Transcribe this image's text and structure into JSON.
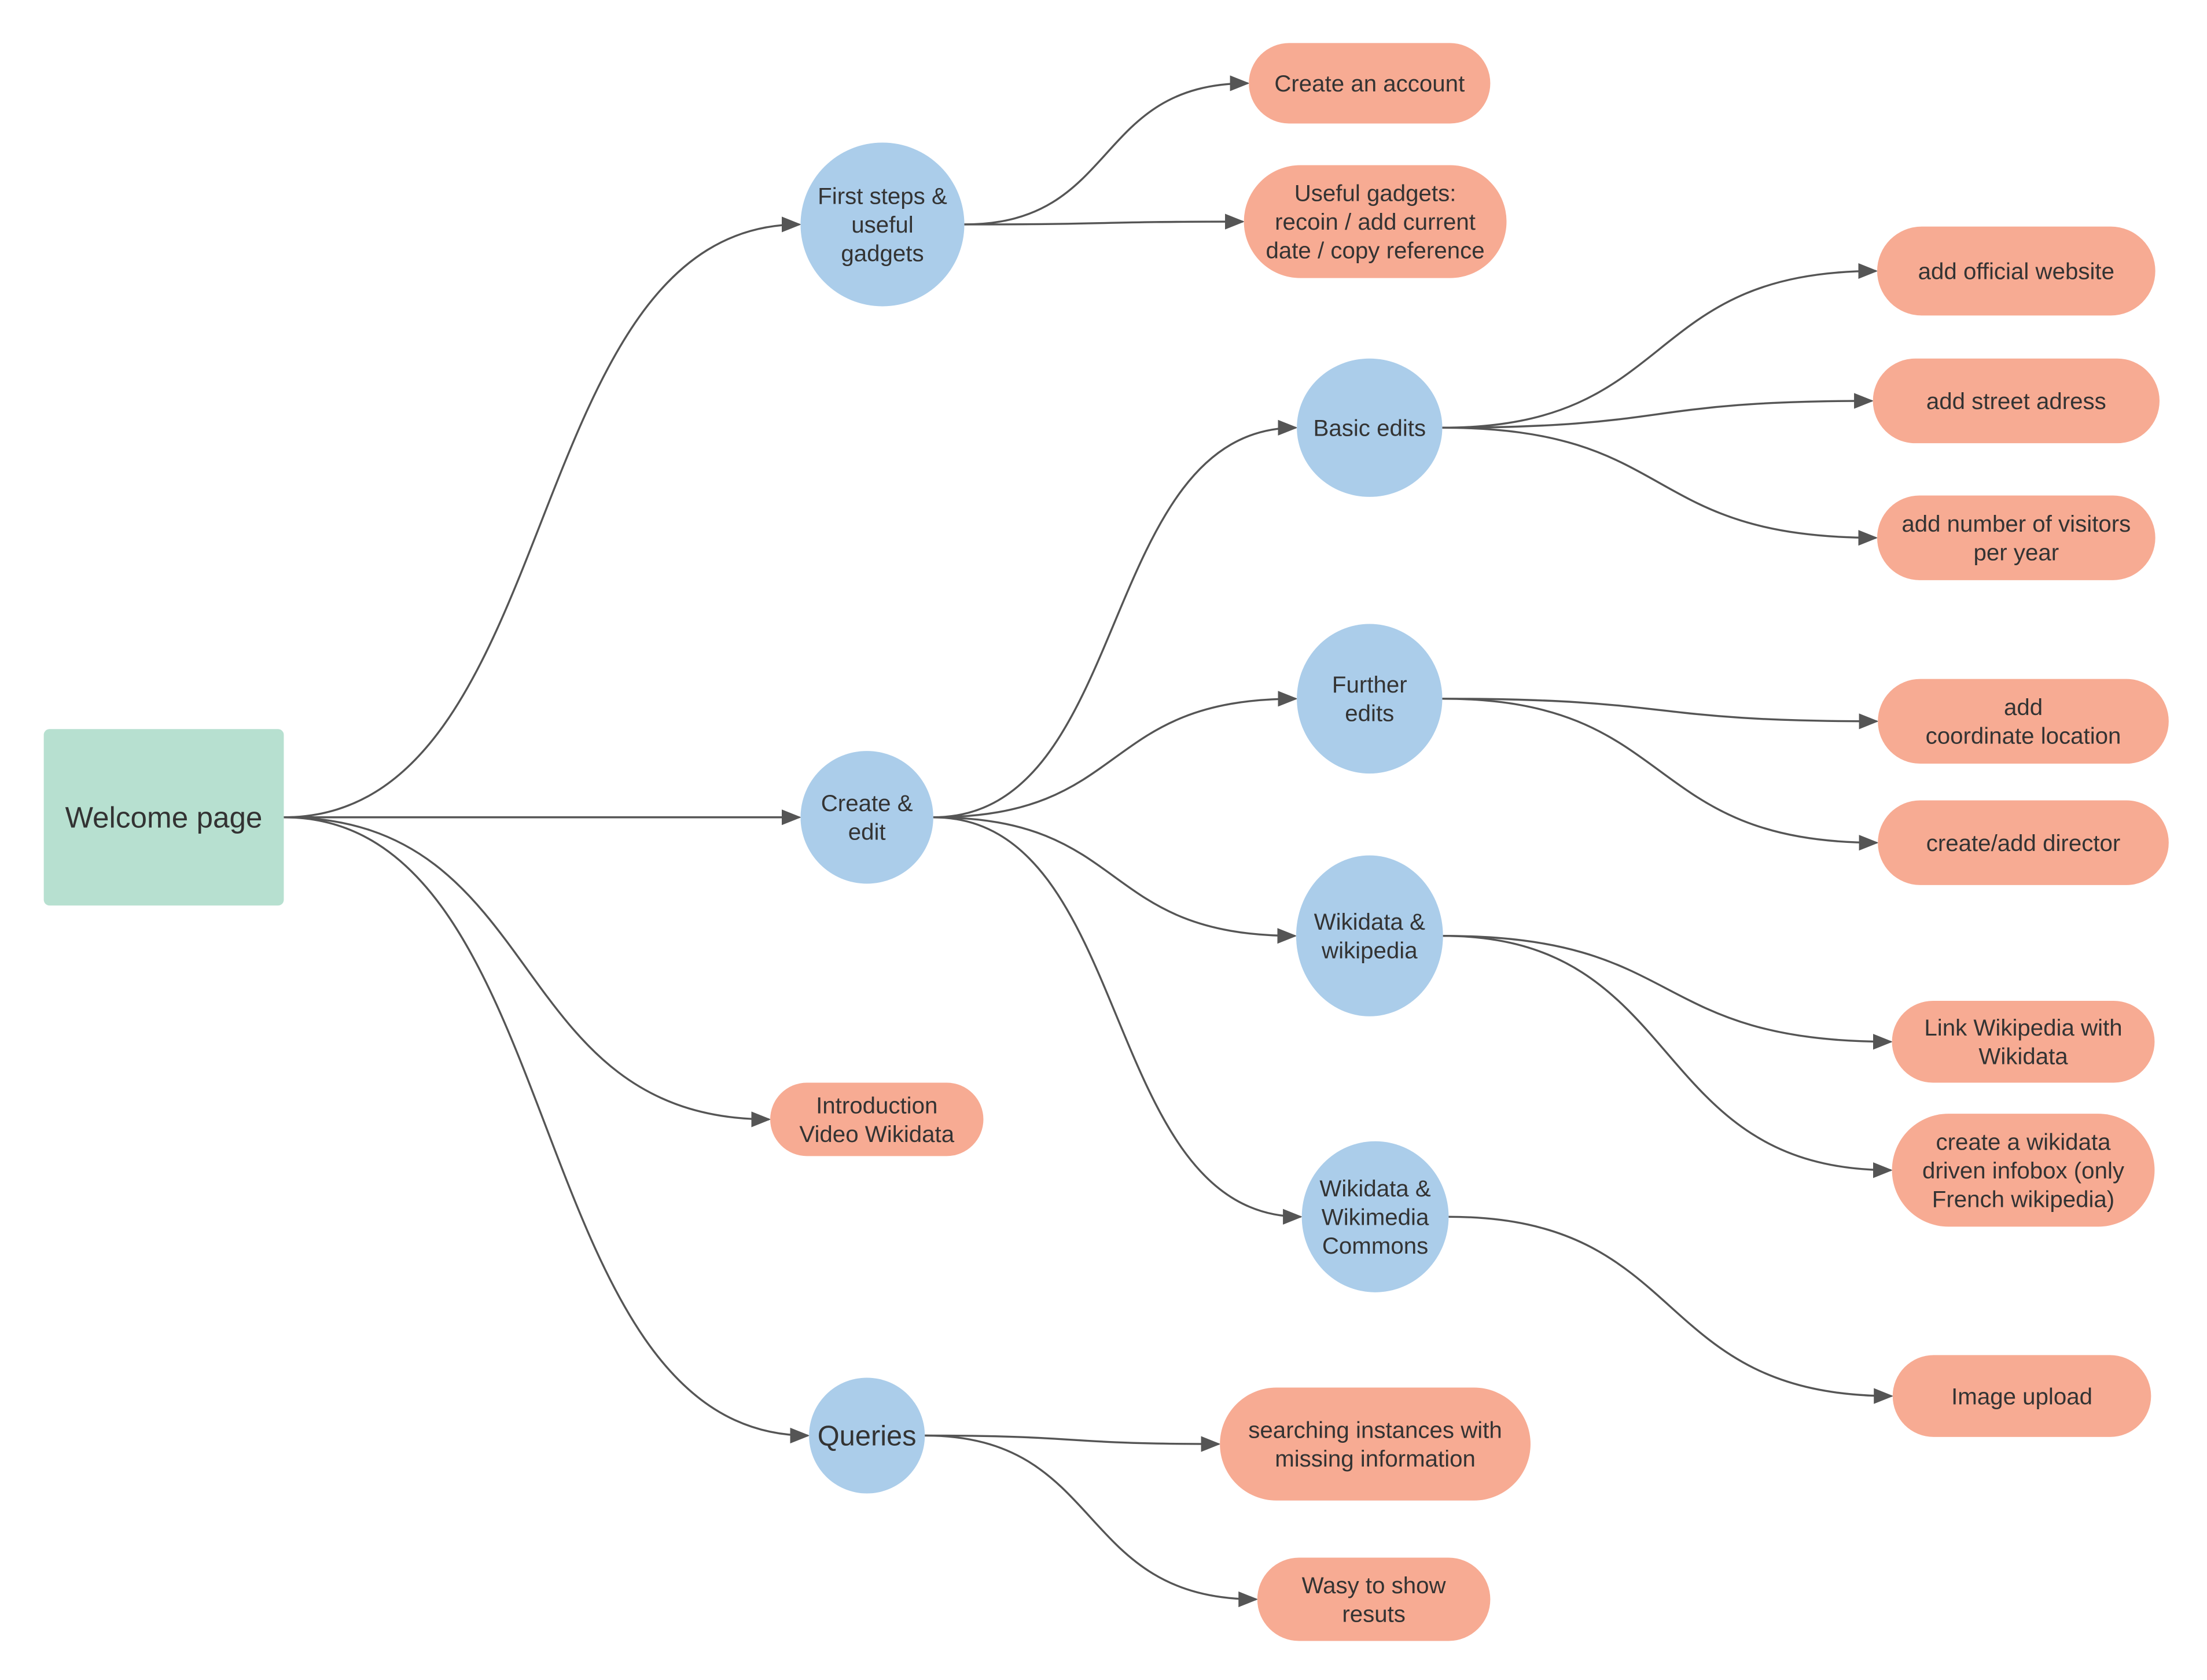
{
  "colors": {
    "root_fill": "#b7e0d0",
    "topic_fill": "#abcdea",
    "task_fill": "#f7ab93",
    "edge": "#555555",
    "text": "#333333",
    "text_dark": "#111111"
  },
  "nodes": [
    {
      "id": "welcome",
      "kind": "root",
      "lines": [
        "Welcome page"
      ]
    },
    {
      "id": "first-steps",
      "kind": "topic",
      "lines": [
        "First steps &",
        "useful",
        "gadgets"
      ]
    },
    {
      "id": "create-edit",
      "kind": "topic",
      "lines": [
        "Create &",
        "edit"
      ]
    },
    {
      "id": "queries",
      "kind": "topic",
      "lines": [
        "Queries"
      ]
    },
    {
      "id": "intro-video",
      "kind": "task",
      "lines": [
        "Introduction",
        "Video Wikidata"
      ]
    },
    {
      "id": "create-account",
      "kind": "task",
      "lines": [
        "Create an account"
      ]
    },
    {
      "id": "useful-gadgets",
      "kind": "task",
      "lines": [
        "Useful gadgets:",
        "recoin / add current",
        "date / copy reference"
      ]
    },
    {
      "id": "basic-edits",
      "kind": "topic",
      "lines": [
        "Basic edits"
      ]
    },
    {
      "id": "further-edits",
      "kind": "topic",
      "lines": [
        "Further",
        "edits"
      ]
    },
    {
      "id": "wd-wp",
      "kind": "topic",
      "lines": [
        "Wikidata &",
        "wikipedia"
      ]
    },
    {
      "id": "wd-commons",
      "kind": "topic",
      "lines": [
        "Wikidata &",
        "Wikimedia",
        "Commons"
      ]
    },
    {
      "id": "official-website",
      "kind": "task",
      "lines": [
        "add official website"
      ]
    },
    {
      "id": "street-adress",
      "kind": "task",
      "lines": [
        "add street adress"
      ]
    },
    {
      "id": "visitors",
      "kind": "task",
      "lines": [
        "add number of visitors",
        "per year"
      ]
    },
    {
      "id": "coordinate",
      "kind": "task",
      "lines": [
        "add",
        "coordinate location"
      ]
    },
    {
      "id": "director",
      "kind": "task",
      "lines": [
        "create/add director"
      ]
    },
    {
      "id": "link-wp",
      "kind": "task",
      "lines": [
        "Link Wikipedia with",
        "Wikidata"
      ]
    },
    {
      "id": "infobox",
      "kind": "task",
      "lines": [
        "create a wikidata",
        "driven infobox (only",
        "French wikipedia)"
      ]
    },
    {
      "id": "image-upload",
      "kind": "task",
      "lines": [
        "Image upload"
      ]
    },
    {
      "id": "searching",
      "kind": "task",
      "lines": [
        "searching instances with",
        "missing information"
      ]
    },
    {
      "id": "wasy",
      "kind": "task",
      "lines": [
        "Wasy to show",
        "resuts"
      ]
    }
  ],
  "edges": [
    {
      "from": "welcome",
      "to": "first-steps"
    },
    {
      "from": "welcome",
      "to": "create-edit"
    },
    {
      "from": "welcome",
      "to": "intro-video"
    },
    {
      "from": "welcome",
      "to": "queries"
    },
    {
      "from": "first-steps",
      "to": "create-account"
    },
    {
      "from": "first-steps",
      "to": "useful-gadgets"
    },
    {
      "from": "create-edit",
      "to": "basic-edits"
    },
    {
      "from": "create-edit",
      "to": "further-edits"
    },
    {
      "from": "create-edit",
      "to": "wd-wp"
    },
    {
      "from": "create-edit",
      "to": "wd-commons"
    },
    {
      "from": "basic-edits",
      "to": "official-website"
    },
    {
      "from": "basic-edits",
      "to": "street-adress"
    },
    {
      "from": "basic-edits",
      "to": "visitors"
    },
    {
      "from": "further-edits",
      "to": "coordinate"
    },
    {
      "from": "further-edits",
      "to": "director"
    },
    {
      "from": "wd-wp",
      "to": "link-wp"
    },
    {
      "from": "wd-wp",
      "to": "infobox"
    },
    {
      "from": "wd-commons",
      "to": "image-upload"
    },
    {
      "from": "queries",
      "to": "searching"
    },
    {
      "from": "queries",
      "to": "wasy"
    }
  ]
}
